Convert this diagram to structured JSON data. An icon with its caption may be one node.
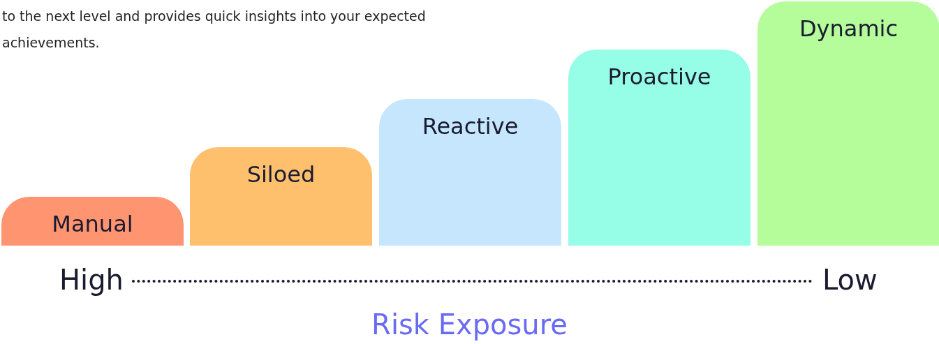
{
  "diagram": {
    "nodes": [
      {
        "text": [
          "Manual"
        ]
      },
      {
        "text": [
          "Siloed"
        ]
      },
      {
        "text": [
          "Reactive"
        ]
      },
      {
        "text": [
          "Proactive"
        ]
      },
      {
        "text": [
          "Dynamic"
        ]
      },
      {
        "text": [
          "High"
        ]
      },
      {
        "text": [
          "Low"
        ]
      }
    ],
    "edges": [
      {
        "from": 5,
        "to": 6,
        "arrow": "none",
        "style": "dashed"
      }
    ],
    "labels": [
      "to the next level and provides quick insights into your expected achievements.",
      "Risk Exposure"
    ]
  }
}
